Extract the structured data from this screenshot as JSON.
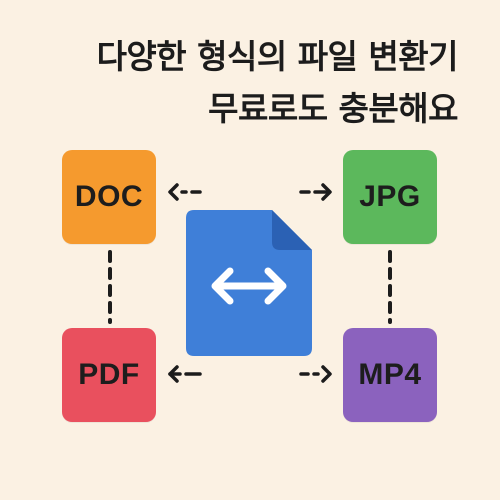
{
  "headline": {
    "line1": "다양한 형식의 파일 변환기",
    "line2": "무료로도 충분해요"
  },
  "formats": [
    {
      "label": "DOC",
      "color": "#f59a2e"
    },
    {
      "label": "JPG",
      "color": "#5cb85c"
    },
    {
      "label": "PDF",
      "color": "#e9505e"
    },
    {
      "label": "MP4",
      "color": "#8b62be"
    }
  ],
  "center_file": {
    "icon": "file-convert-icon",
    "body_color": "#3f7fd8",
    "fold_color": "#2b61b4",
    "arrow_icon": "double-arrow-icon"
  },
  "colors": {
    "background": "#fbf1e3",
    "text": "#1c1c1c"
  }
}
